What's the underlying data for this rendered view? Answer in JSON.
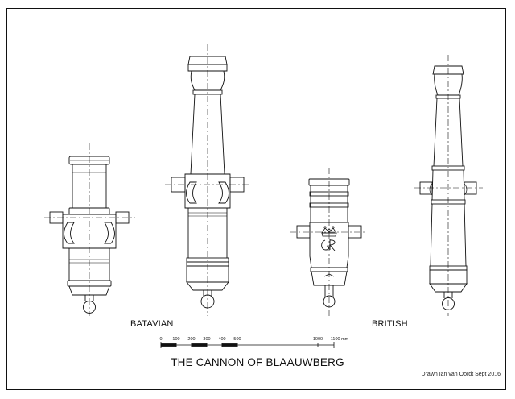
{
  "labels": {
    "batavian": "BATAVIAN",
    "british": "BRITISH"
  },
  "title": "THE CANNON OF BLAAUWBERG",
  "credit": "Drawn Ian van Oordt Sept 2016",
  "scale_bar": {
    "ticks": [
      "0",
      "100",
      "200",
      "300",
      "400",
      "500",
      "1000",
      "1100 mm"
    ]
  },
  "colors": {
    "line": "#111111",
    "paper": "#ffffff"
  }
}
